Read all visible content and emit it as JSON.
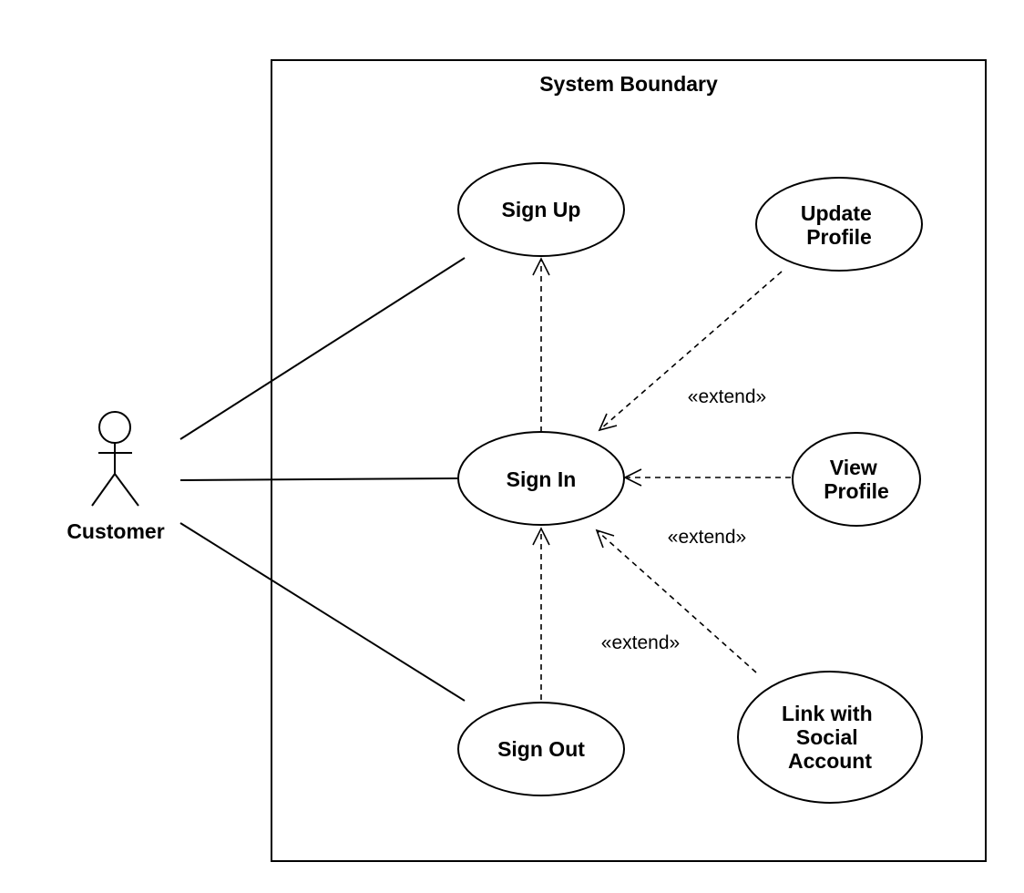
{
  "boundary": {
    "title": "System Boundary"
  },
  "actor": {
    "name": "Customer"
  },
  "use_cases": {
    "sign_up": [
      "Sign Up"
    ],
    "sign_in": [
      "Sign In"
    ],
    "sign_out": [
      "Sign Out"
    ],
    "update_profile": [
      "Update",
      "Profile"
    ],
    "view_profile": [
      "View",
      "Profile"
    ],
    "link_social": [
      "Link with",
      "Social",
      "Account"
    ]
  },
  "stereotypes": {
    "update_profile": "«extend»",
    "view_profile": "«extend»",
    "sign_out": "«extend»"
  }
}
